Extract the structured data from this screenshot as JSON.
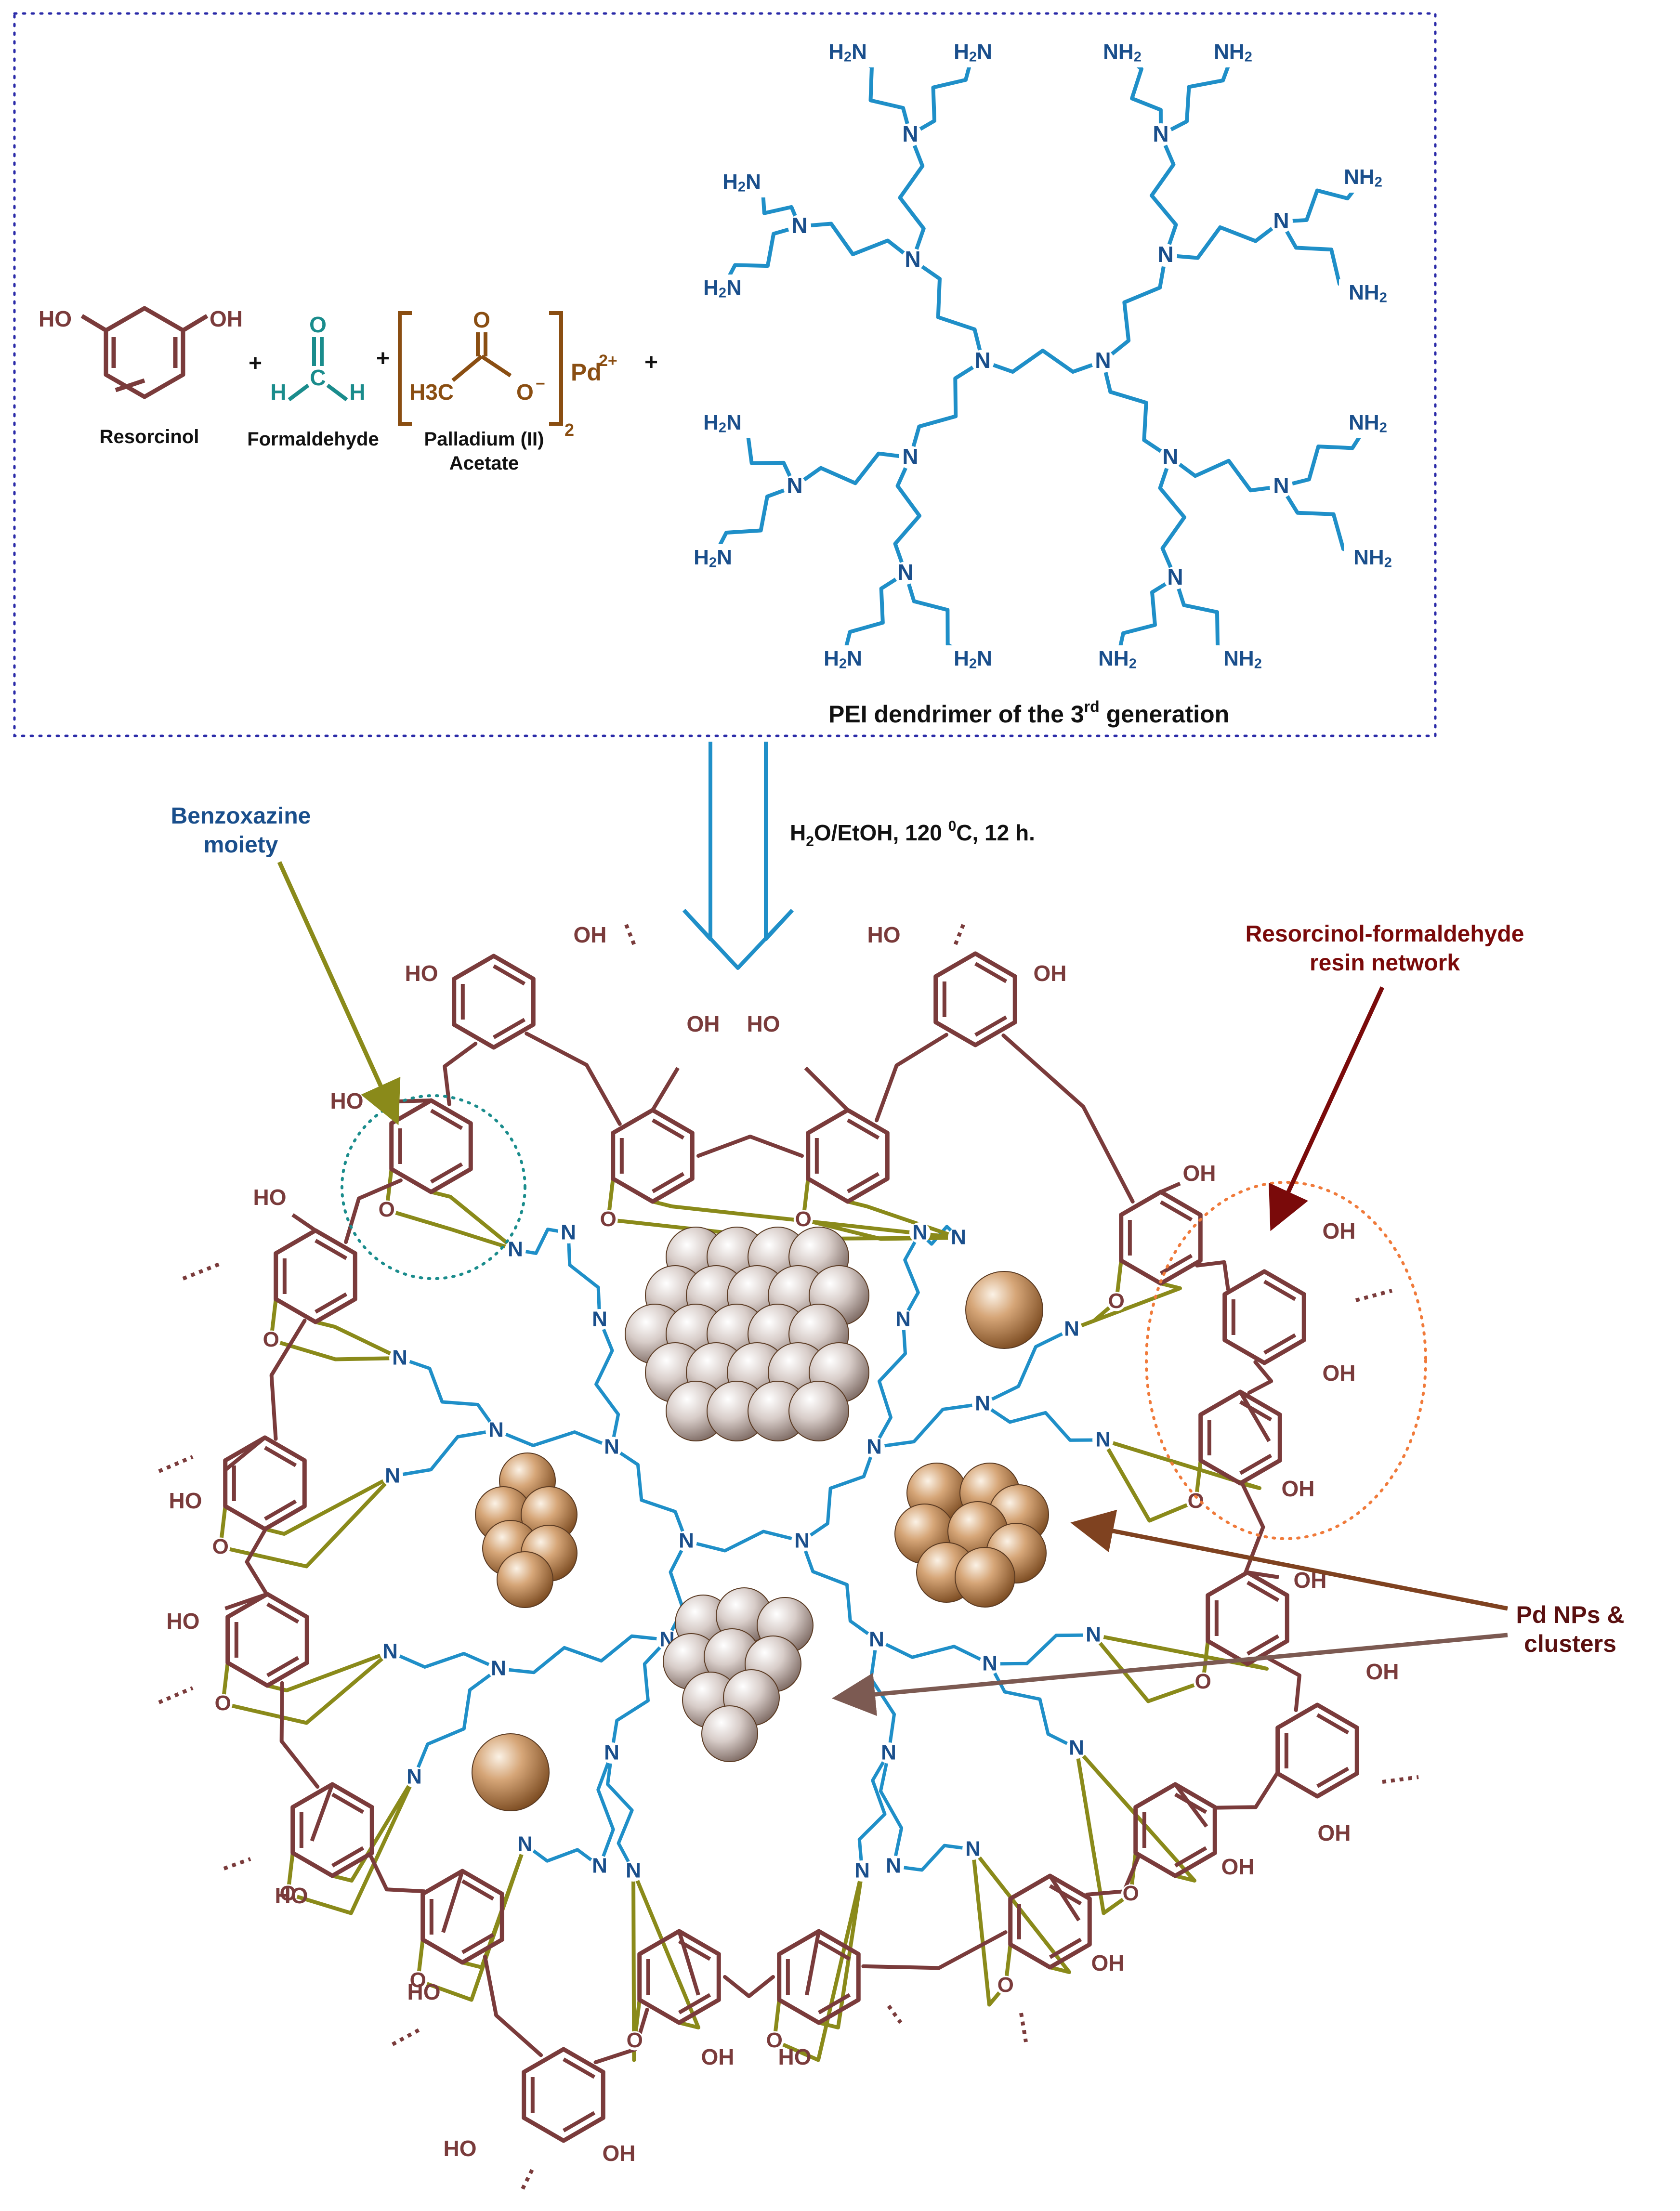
{
  "reactants": {
    "resorcinol": {
      "name": "Resorcinol",
      "oh_left": "HO",
      "oh_right": "OH"
    },
    "plus_1": "+",
    "formaldehyde": {
      "name": "Formaldehyde",
      "o": "O",
      "c": "C",
      "h_left": "H",
      "h_right": "H"
    },
    "plus_2": "+",
    "palladium_acetate": {
      "name_line1": "Palladium (II)",
      "name_line2": "Acetate",
      "o_top": "O",
      "h3c": "H3C",
      "o_minus": "O",
      "minus": "−",
      "subscript": "2",
      "pd": "Pd",
      "charge": "2+"
    },
    "plus_3": "+"
  },
  "dendrimer": {
    "caption_main": "PEI dendrimer of the 3",
    "caption_sup": "rd",
    "caption_end": " generation",
    "n_label": "N",
    "nh2_label": "NH2",
    "h2n_label": "H2N"
  },
  "conditions": {
    "h2o": "H",
    "sub2": "2",
    "rest1": "O/EtOH, 120 ",
    "sup0": "0",
    "rest2": "C, 12 h."
  },
  "annotations": {
    "benzoxazine_line1": "Benzoxazine",
    "benzoxazine_line2": "moiety",
    "resin_line1": "Resorcinol-formaldehyde",
    "resin_line2": "resin network",
    "pd_line1": "Pd NPs &",
    "pd_line2": "clusters"
  },
  "atom_labels": {
    "n": "N",
    "o": "O",
    "oh": "OH",
    "ho": "HO"
  },
  "colors": {
    "resin": "#7a3b3b",
    "pei": "#1f8fc8",
    "pei_label": "#1a4f8c",
    "oxazine": "#8a8a1a",
    "formaldehyde": "#1a8c8c",
    "acetate": "#8a4e12",
    "pd_np": "#b07a45",
    "pd_cluster_grey": "#a59089",
    "benzoxazine_arrow": "#8a8a1a",
    "resin_arrow": "#7a0a0a",
    "box_border": "#2a2aa8"
  }
}
